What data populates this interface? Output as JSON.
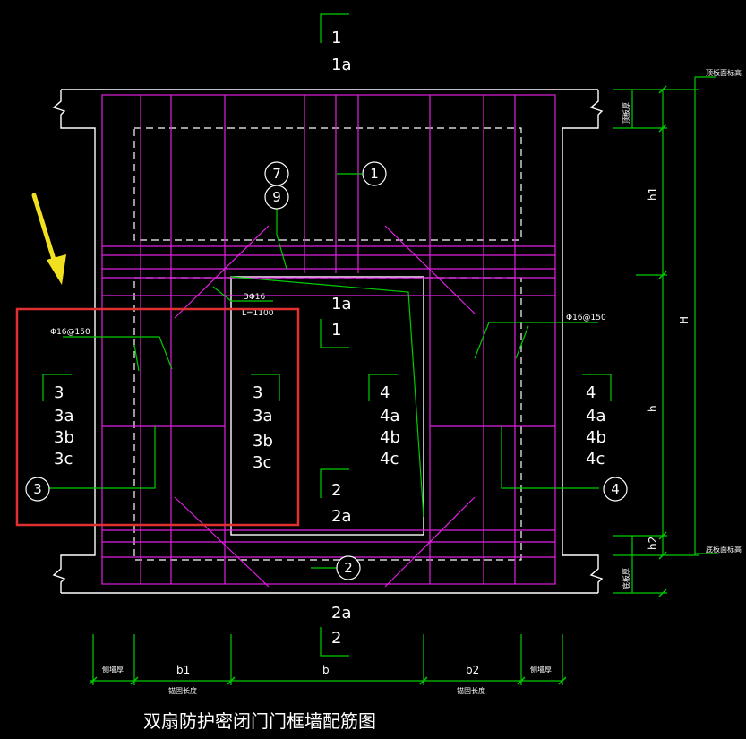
{
  "title": "双扇防护密闭门门框墙配筋图",
  "colors": {
    "background": "#000000",
    "wall_outline": "#ffffff",
    "rebar": "#e020e0",
    "leader": "#00cc00",
    "highlight_box": "#e03030",
    "arrow": "#f0e020"
  },
  "section_marks": {
    "top": {
      "num": "1",
      "sub": "1a"
    },
    "bottom": {
      "num": "2a",
      "sub": "2"
    },
    "mid_top": {
      "sub": "1a",
      "num": "1"
    },
    "mid_bottom": {
      "num": "2",
      "sub": "2a"
    }
  },
  "group_left": [
    "3",
    "3a",
    "3b",
    "3c"
  ],
  "group_center_left": [
    "3",
    "3a",
    "3b",
    "3c"
  ],
  "group_center_right": [
    "4",
    "4a",
    "4b",
    "4c"
  ],
  "group_right": [
    "4",
    "4a",
    "4b",
    "4c"
  ],
  "rebar_callouts": {
    "c1": "1",
    "c2": "2",
    "c3": "3",
    "c4": "4",
    "c7": "7",
    "c9": "9"
  },
  "rebar_notes": {
    "left_spacing": "Φ16@150",
    "right_spacing": "Φ16@150",
    "corner_bars": "3Φ16",
    "corner_length": "L=1100"
  },
  "right_dims": {
    "h1": "h1",
    "H": "H",
    "h": "h",
    "h2": "h2",
    "top_level": "顶板面标高",
    "bottom_level": "底板面标高",
    "top_thick": "顶板厚",
    "bottom_thick": "底板厚"
  },
  "bottom_dims": {
    "left_wall": "侧墙厚",
    "b1": "b1",
    "b": "b",
    "b2": "b2",
    "right_wall": "侧墙厚",
    "left_note": "锚固长度",
    "right_note": "锚固长度"
  }
}
